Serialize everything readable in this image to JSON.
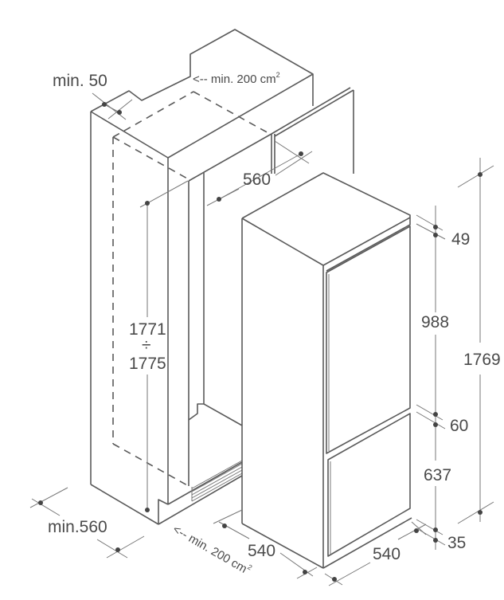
{
  "title": "Built-in refrigerator installation dimensions",
  "cabinet": {
    "top_clearance": "min. 50",
    "top_vent_arrow": "<--",
    "top_vent": "min. 200",
    "top_vent_unit": "cm",
    "top_vent_exp": "2",
    "depth_top": "560",
    "niche_height_min": "1771",
    "niche_height_sep": "÷",
    "niche_height_max": "1775",
    "niche_width": "min.560",
    "bottom_vent_arrow": "<--",
    "bottom_vent": "min. 200",
    "bottom_vent_unit": "cm",
    "bottom_vent_exp": "2"
  },
  "appliance": {
    "top_gap": "49",
    "upper_door": "988",
    "door_gap": "60",
    "lower_door": "637",
    "bottom_gap": "35",
    "total_height": "1769",
    "width": "540",
    "depth": "540"
  }
}
